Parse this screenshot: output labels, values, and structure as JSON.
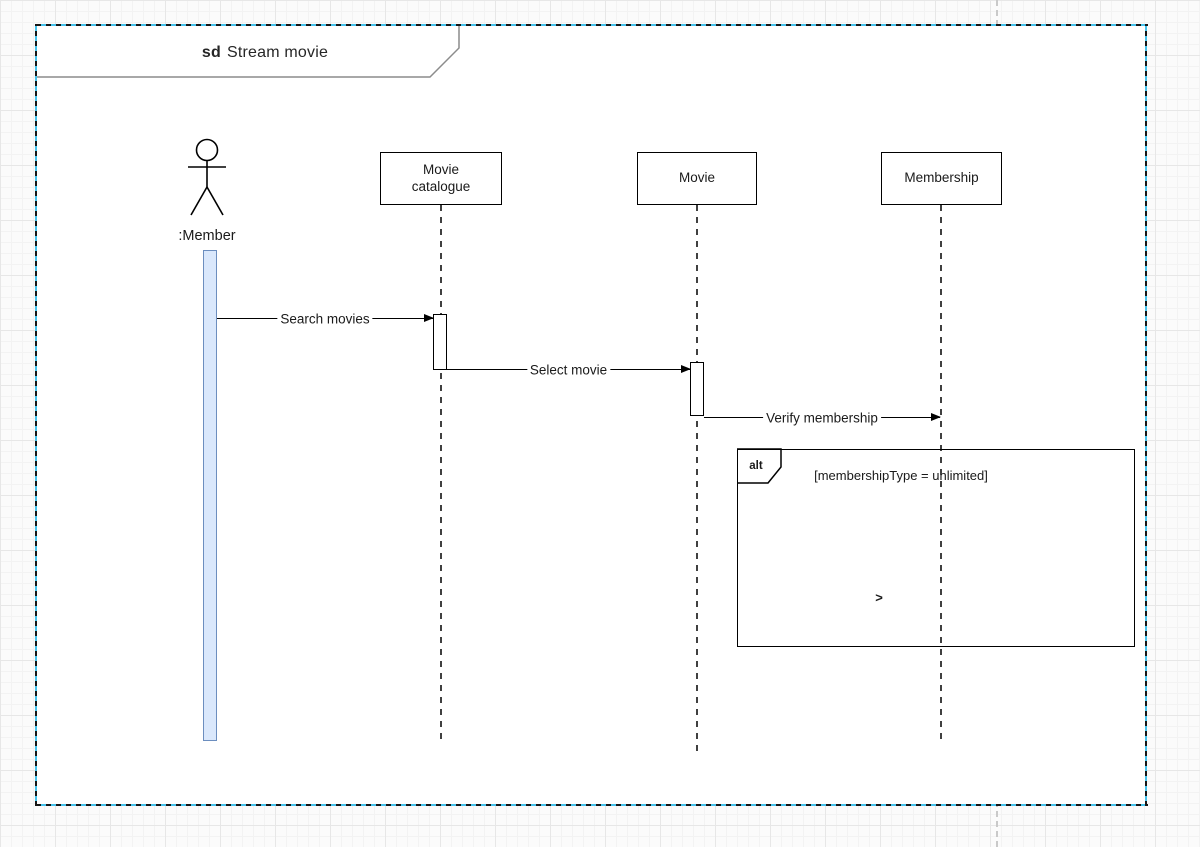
{
  "diagram": {
    "frame_title": {
      "keyword": "sd",
      "name": "Stream movie"
    },
    "actor": {
      "label": ":Member"
    },
    "lifelines": [
      {
        "label": "Movie\ncatalogue"
      },
      {
        "label": "Movie"
      },
      {
        "label": "Membership"
      }
    ],
    "messages": [
      {
        "label": "Search movies"
      },
      {
        "label": "Select movie"
      },
      {
        "label": "Verify membership"
      }
    ],
    "fragment": {
      "operator": "alt",
      "guard": "[membershipType = unlimited]"
    },
    "stray_glyph": ">",
    "colors": {
      "activation_fill": "#dae8fc",
      "activation_stroke": "#6c8ebf",
      "selection_cyan": "#45c2ec",
      "selection_dark": "#161616",
      "line": "#000000",
      "frame_label_stroke": "#8c8c8c",
      "grid_minor": "#f3f3f3",
      "grid_major": "#e7e7e7"
    }
  }
}
